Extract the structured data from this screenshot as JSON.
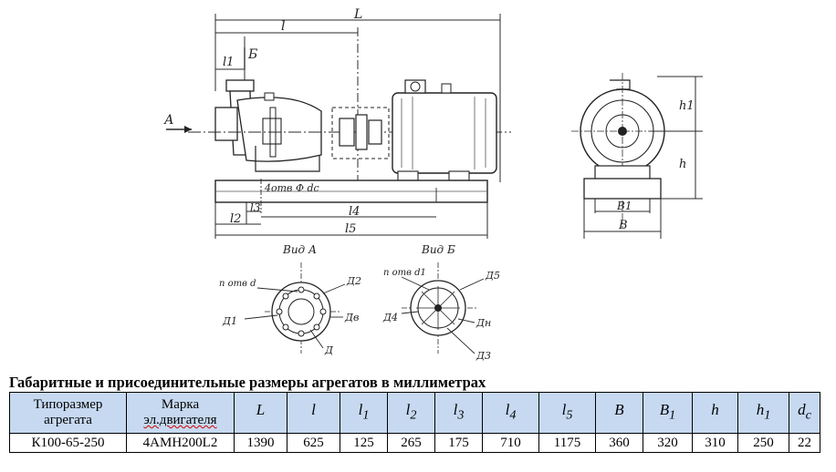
{
  "drawing": {
    "dims": {
      "L": "L",
      "l": "l",
      "l1": "l1",
      "B_mark": "Б",
      "A_mark": "А",
      "holes_bottom": "4отв Φ dc",
      "l3": "l3",
      "l2": "l2",
      "l4": "l4",
      "l5": "l5",
      "h1": "h1",
      "h": "h",
      "B1": "B1",
      "B": "B"
    },
    "view_a": {
      "title": "Вид А",
      "holes": "n отв d",
      "D2": "Д2",
      "D1": "Д1",
      "Dv": "Дв",
      "D": "Д"
    },
    "view_b": {
      "title": "Вид Б",
      "holes": "n отв d1",
      "D5": "Д5",
      "D4": "Д4",
      "Dn": "Дн",
      "D3": "Д3"
    }
  },
  "table": {
    "title": "Габаритные и присоединительные размеры агрегатов в миллиметрах",
    "headers": {
      "type": "Типоразмер агрегата",
      "motor_line1": "Марка",
      "motor_line2": "эл.двигателя",
      "cols": [
        {
          "base": "L",
          "sub": ""
        },
        {
          "base": "l",
          "sub": ""
        },
        {
          "base": "l",
          "sub": "1"
        },
        {
          "base": "l",
          "sub": "2"
        },
        {
          "base": "l",
          "sub": "3"
        },
        {
          "base": "l",
          "sub": "4"
        },
        {
          "base": "l",
          "sub": "5"
        },
        {
          "base": "B",
          "sub": ""
        },
        {
          "base": "B",
          "sub": "1"
        },
        {
          "base": "h",
          "sub": ""
        },
        {
          "base": "h",
          "sub": "1"
        },
        {
          "base": "d",
          "sub": "c"
        }
      ]
    },
    "row": {
      "type": "К100-65-250",
      "motor": "4АМН200L2",
      "values": [
        "1390",
        "625",
        "125",
        "265",
        "175",
        "710",
        "1175",
        "360",
        "320",
        "310",
        "250",
        "22"
      ]
    }
  }
}
